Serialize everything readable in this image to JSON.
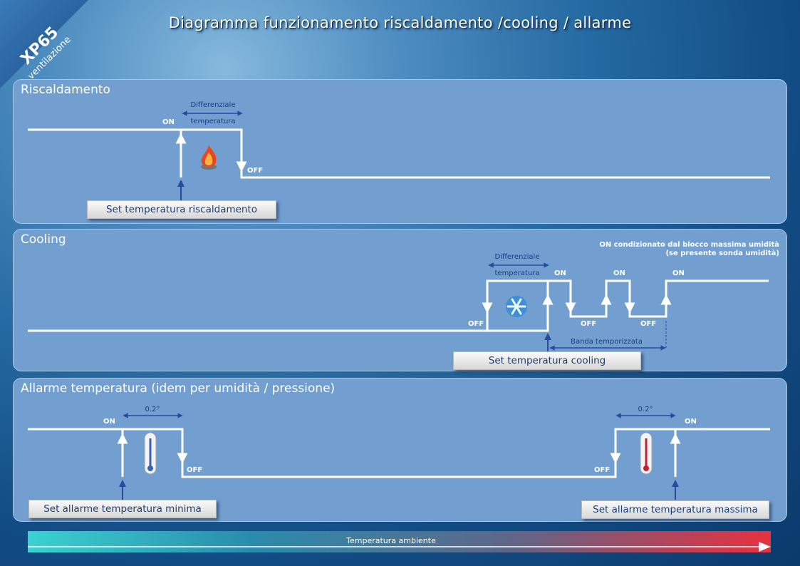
{
  "header": {
    "title": "Diagramma funzionamento riscaldamento /cooling / allarme"
  },
  "logo": {
    "main": "XP65",
    "sub": "ventilazione"
  },
  "heating": {
    "title": "Riscaldamento",
    "on": "ON",
    "off": "OFF",
    "diff_line1": "Differenziale",
    "diff_line2": "temperatura",
    "icon": "flame-icon",
    "set_label": "Set temperatura riscaldamento"
  },
  "cooling": {
    "title": "Cooling",
    "note_line1": "ON condizionato dal blocco massima umidità",
    "note_line2": "(se presente sonda umidità)",
    "diff_line1": "Differenziale",
    "diff_line2": "temperatura",
    "on": "ON",
    "off": "OFF",
    "band": "Banda temporizzata",
    "icon": "snowflake-icon",
    "set_label": "Set temperatura cooling"
  },
  "alarm": {
    "title": "Allarme temperatura  (idem per umidità / pressione)",
    "on": "ON",
    "off": "OFF",
    "hyst": "0.2°",
    "set_min_label": "Set allarme temperatura minima",
    "set_max_label": "Set allarme temperatura massima",
    "icon": "thermometer-icon"
  },
  "footer": {
    "axis_label": "Temperatura ambiente"
  },
  "colors": {
    "accent": "#1d3f74",
    "panel": "#729fd0",
    "arrow": "#2a4aa0"
  }
}
